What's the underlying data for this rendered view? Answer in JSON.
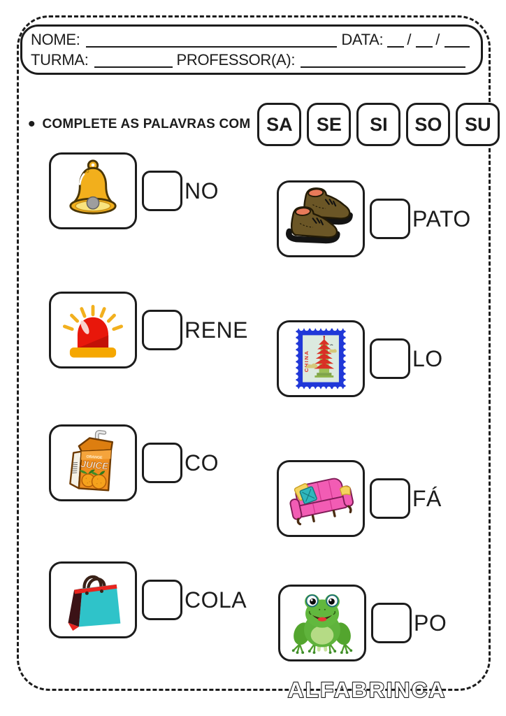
{
  "header": {
    "name_label": "NOME:",
    "date_label": "DATA:",
    "slash": "/",
    "class_label": "TURMA:",
    "teacher_label": "PROFESSOR(A):"
  },
  "instruction": {
    "bullet": "•",
    "text": "COMPLETE AS PALAVRAS COM",
    "syllables": [
      "SA",
      "SE",
      "SI",
      "SO",
      "SU"
    ]
  },
  "items": [
    {
      "image": "bell",
      "suffix": "NO"
    },
    {
      "image": "siren",
      "suffix": "RENE"
    },
    {
      "image": "juice-box",
      "suffix": "CO"
    },
    {
      "image": "shopping-bag",
      "suffix": "COLA"
    },
    {
      "image": "shoes",
      "suffix": "PATO"
    },
    {
      "image": "stamp",
      "suffix": "LO"
    },
    {
      "image": "sofa",
      "suffix": "FÁ"
    },
    {
      "image": "frog",
      "suffix": "PO"
    }
  ],
  "image_labels": {
    "juice_small": "ORANGE",
    "juice_big": "JUICE",
    "stamp": "CHINA"
  },
  "footer": {
    "brand": "ALFABRINCA"
  },
  "colors": {
    "ink": "#1c1c1c",
    "bell_yellow": "#F2AF1C",
    "siren_red": "#E8170B",
    "siren_base": "#F5A700",
    "juice_orange": "#EE8E20",
    "bag_teal": "#2FC3C9",
    "bag_red": "#E8251F",
    "shoe_brown": "#6B5626",
    "stamp_blue": "#2038D8",
    "sofa_pink": "#F25CB4",
    "frog_green": "#5FB33C"
  }
}
